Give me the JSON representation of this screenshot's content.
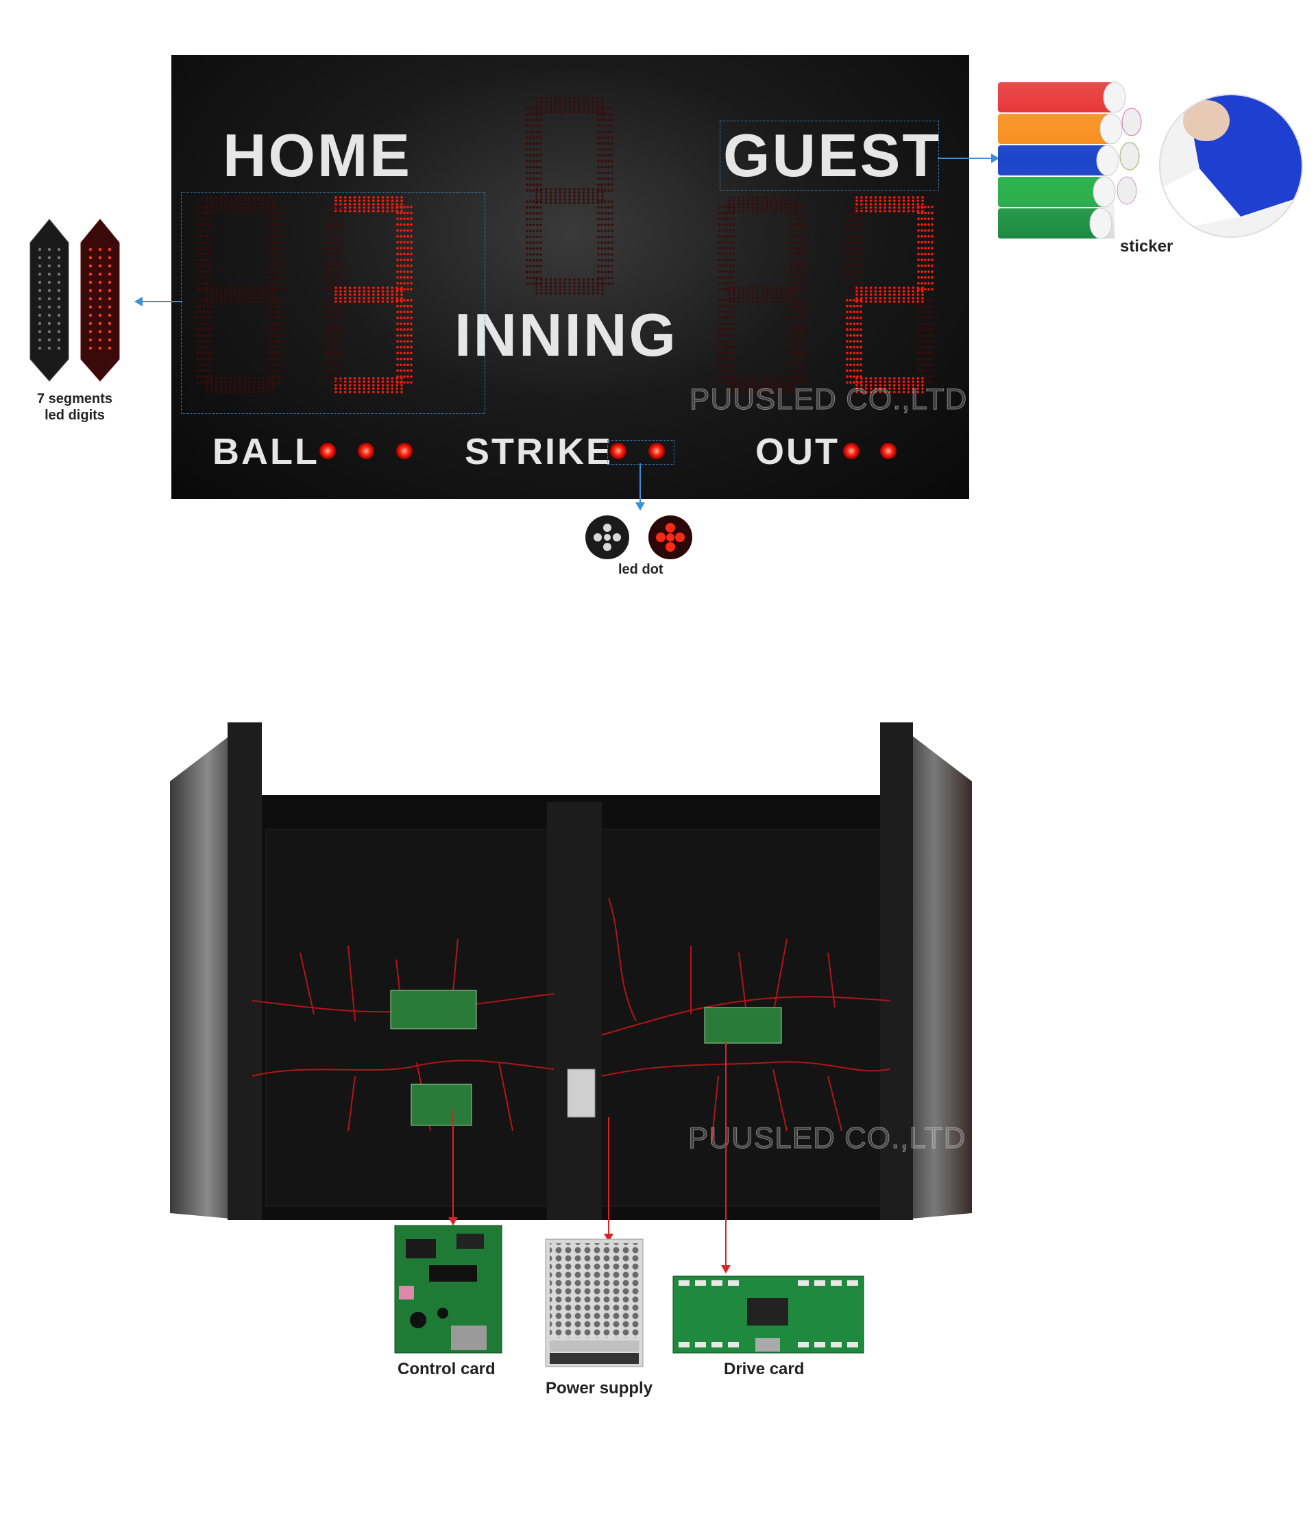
{
  "scoreboard": {
    "home_label": "HOME",
    "guest_label": "GUEST",
    "inning_label": "INNING",
    "ball_label": "BALL",
    "strike_label": "STRIKE",
    "out_label": "OUT",
    "home_score_digit": "3",
    "guest_score_digit": "2",
    "watermark": "PUUSLED CO.,LTD",
    "led_color": "#ff1a0a"
  },
  "callouts": {
    "seven_segment": "7 segments\nled digits",
    "sticker": "sticker",
    "led_dot": "led dot"
  },
  "backpanel": {
    "watermark": "PUUSLED CO.,LTD",
    "control_card": "Control card",
    "power_supply": "Power supply",
    "drive_card": "Drive card"
  }
}
